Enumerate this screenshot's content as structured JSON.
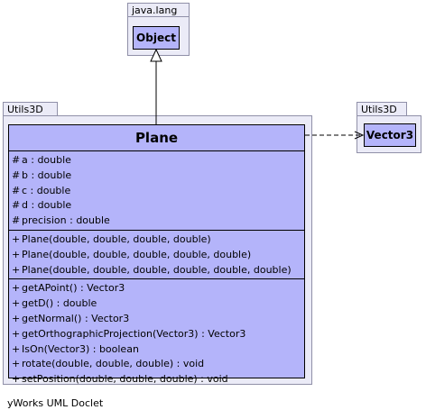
{
  "packages": {
    "java_lang": {
      "name": "java.lang"
    },
    "utils3d_main": {
      "name": "Utils3D"
    },
    "utils3d_right": {
      "name": "Utils3D"
    }
  },
  "classes": {
    "object": {
      "name": "Object"
    },
    "vector3": {
      "name": "Vector3"
    },
    "plane": {
      "name": "Plane",
      "attributes": [
        {
          "vis": "#",
          "text": "a : double"
        },
        {
          "vis": "#",
          "text": "b : double"
        },
        {
          "vis": "#",
          "text": "c : double"
        },
        {
          "vis": "#",
          "text": "d : double"
        },
        {
          "vis": "#",
          "text": "precision : double"
        }
      ],
      "constructors": [
        {
          "vis": "+",
          "text": "Plane(double, double, double, double)"
        },
        {
          "vis": "+",
          "text": "Plane(double, double, double, double, double)"
        },
        {
          "vis": "+",
          "text": "Plane(double, double, double, double, double, double)"
        }
      ],
      "methods": [
        {
          "vis": "+",
          "text": "getAPoint() : Vector3"
        },
        {
          "vis": "+",
          "text": "getD() : double"
        },
        {
          "vis": "+",
          "text": "getNormal() : Vector3"
        },
        {
          "vis": "+",
          "text": "getOrthographicProjection(Vector3) : Vector3"
        },
        {
          "vis": "+",
          "text": "IsOn(Vector3) : boolean"
        },
        {
          "vis": "+",
          "text": "rotate(double, double, double) : void"
        },
        {
          "vis": "+",
          "text": "setPosition(double, double, double) : void"
        }
      ]
    }
  },
  "footer": "yWorks UML Doclet"
}
